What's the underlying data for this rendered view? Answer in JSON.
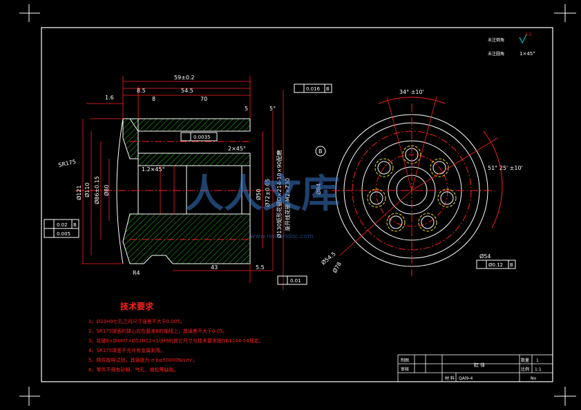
{
  "colors": {
    "background": "#000000",
    "frame": "#ffffff",
    "part": "#ffffff",
    "hatch": "#1ec81e",
    "dimension": "#ff2020",
    "centerline": "#ff2020",
    "cyan": "#00d8d8",
    "yellow": "#f0e020",
    "watermark": "#3a78c8"
  },
  "top_right": {
    "note1": "未注倒角",
    "note1_value": "",
    "note2": "未注圆角",
    "note2_value": "1×45°",
    "rough_symbol": "3.2"
  },
  "dims": {
    "len_total": "59±0.2",
    "len_a": "8.5",
    "len_b": "54.5",
    "len_c": "8",
    "len_d": "70",
    "len_e": "5",
    "len_f": "1.6",
    "len_g": "43",
    "len_h": "5.5",
    "ang_1": "5°",
    "ang_2": "2×45°",
    "ang_3": "1.2×45°",
    "tol_frame_top": "0.016",
    "tol_ref_b": "B",
    "tol_frame_mid": "0.0035",
    "tol_frame_left1": "0.02",
    "tol_frame_left2": "0.005",
    "tol_frame_bottom": "0.01",
    "tol_frame_right": "0.12",
    "tol_right_dia": "Ø0.12",
    "dia_1": "Ø121",
    "dia_2": "Ø110",
    "dia_3": "Ø86±0.15",
    "dia_4": "Ø80",
    "dia_5": "Ø50",
    "dia_6": "Ø72±0.05",
    "sphere": "SR175",
    "r_small": "R4",
    "spline_note": "Ø130矩形花键D×214-10×90配磨",
    "spline_note2": "渐开线花键-M2×Z30",
    "circle_b": "B",
    "ang_top": "34° ±10'",
    "ang_right": "51° 25' ±10'",
    "dia_right1": "Ø84",
    "dia_right2": "Ø54.5",
    "dia_right3": "Ø78",
    "dia_right4": "Ø54"
  },
  "tech": {
    "title": "技术要求",
    "lines": [
      "1、Ø23H9七孔之间尺寸误差不大于0.005。",
      "2、SR175球面的球心应在基准B的轴线上，其误差不大于0.05。",
      "3、花键8×Ø46f7×Ø52H12×10H9的其它尺寸与技术要求按GB1144-74规定。",
      "4、SR175球面不允许有金属剥落。",
      "5、精件取样试验，其强度为 σ b≥50000N/cm²。",
      "6、零件不得有砂眼、气孔、缩松等缺陷。"
    ]
  },
  "title_block": {
    "made": "制图",
    "checked": "审核",
    "part_name": "缸 体",
    "qty_label": "数量",
    "qty_value": "1",
    "scale_label": "比例",
    "scale_value": "1:1",
    "unit_label": "材 料",
    "material": "QAl9-4",
    "sheet": "No"
  },
  "watermark": {
    "text": "人人文库",
    "url": "www.renrendoc.com"
  }
}
